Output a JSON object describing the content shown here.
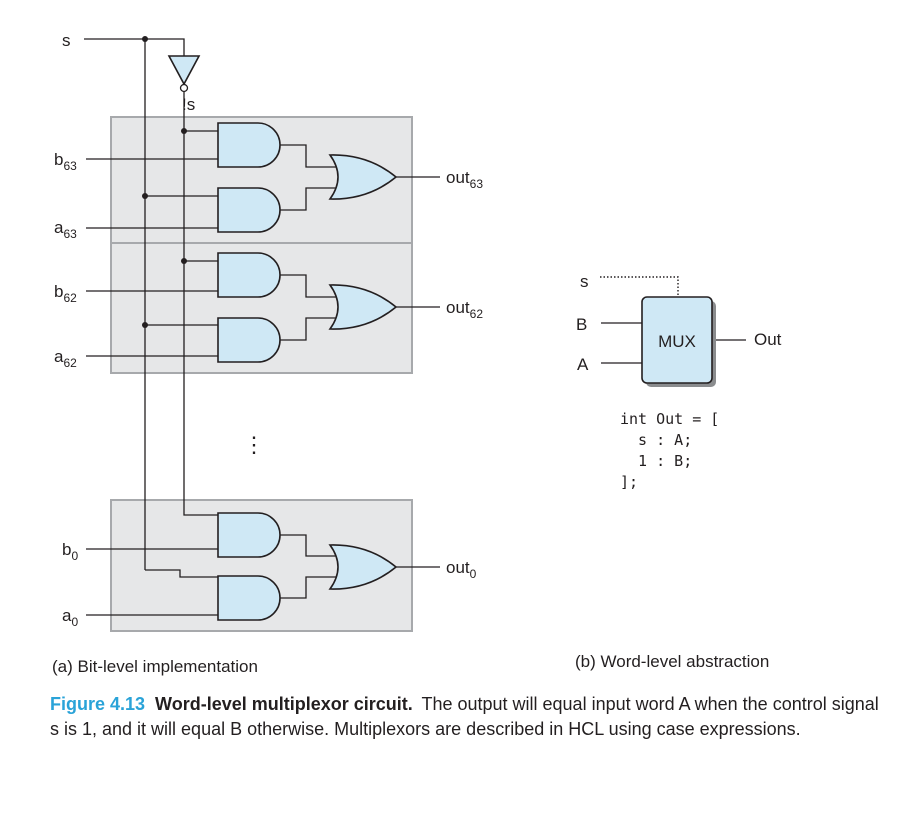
{
  "part_a": {
    "s_label": "s",
    "not_s_label": "!s",
    "blocks": [
      {
        "b": "b",
        "b_sub": "63",
        "a": "a",
        "a_sub": "63",
        "out": "out",
        "out_sub": "63"
      },
      {
        "b": "b",
        "b_sub": "62",
        "a": "a",
        "a_sub": "62",
        "out": "out",
        "out_sub": "62"
      },
      {
        "b": "b",
        "b_sub": "0",
        "a": "a",
        "a_sub": "0",
        "out": "out",
        "out_sub": "0"
      }
    ],
    "ellipsis": "⋮",
    "caption": "(a) Bit-level implementation"
  },
  "part_b": {
    "s_label": "s",
    "b_label": "B",
    "a_label": "A",
    "mux_label": "MUX",
    "out_label": "Out",
    "code_lines": [
      "int Out = [",
      "  s : A;",
      "  1 : B;",
      "];"
    ],
    "caption": "(b) Word-level abstraction"
  },
  "figure": {
    "number": "Figure 4.13",
    "title": "Word-level multiplexor circuit.",
    "text": "The output will equal input word A when the control signal s is 1, and it will equal B otherwise. Multiplexors are described in HCL using case expressions."
  },
  "colors": {
    "gate_fill": "#cfe8f5",
    "block_fill": "#e6e7e8",
    "accent": "#2aa3d8"
  }
}
